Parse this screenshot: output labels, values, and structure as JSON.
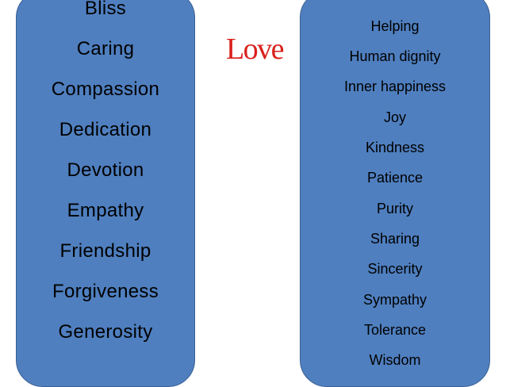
{
  "title": "Love",
  "left_list": [
    "Bliss",
    "Caring",
    "Compassion",
    "Dedication",
    "Devotion",
    "Empathy",
    "Friendship",
    "Forgiveness",
    "Generosity"
  ],
  "right_list": [
    "Helping",
    "Human dignity",
    "Inner happiness",
    "Joy",
    "Kindness",
    "Patience",
    "Purity",
    "Sharing",
    "Sincerity",
    "Sympathy",
    "Tolerance",
    "Wisdom"
  ],
  "colors": {
    "panel_fill": "#4f7fbf",
    "panel_border": "#3a5f94",
    "title": "#d9201c",
    "text": "#000000"
  }
}
